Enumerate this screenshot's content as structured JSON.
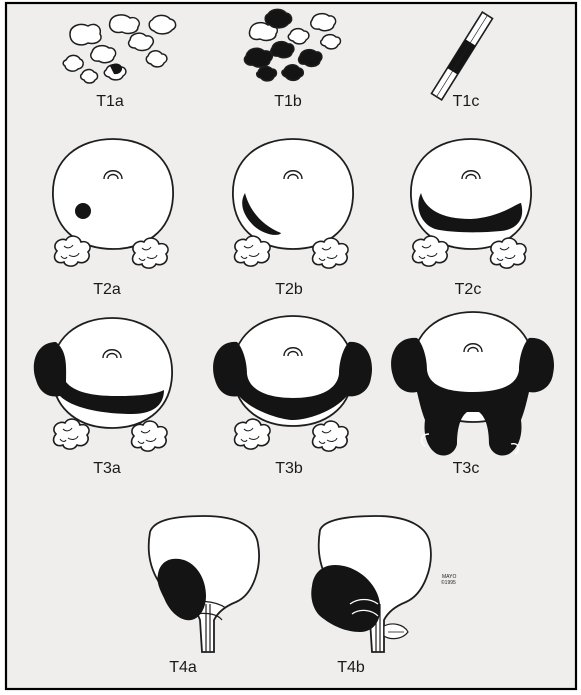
{
  "figure": {
    "panels": [
      {
        "id": "t1a",
        "label": "T1a"
      },
      {
        "id": "t1b",
        "label": "T1b"
      },
      {
        "id": "t1c",
        "label": "T1c"
      },
      {
        "id": "t2a",
        "label": "T2a"
      },
      {
        "id": "t2b",
        "label": "T2b"
      },
      {
        "id": "t2c",
        "label": "T2c"
      },
      {
        "id": "t3a",
        "label": "T3a"
      },
      {
        "id": "t3b",
        "label": "T3b"
      },
      {
        "id": "t3c",
        "label": "T3c"
      },
      {
        "id": "t4a",
        "label": "T4a"
      },
      {
        "id": "t4b",
        "label": "T4b"
      }
    ],
    "copyright": {
      "line1": "MAYO",
      "line2": "©1995"
    }
  },
  "colors": {
    "background": "#ffffff",
    "paper": "#f0eeec",
    "ink": "#141414",
    "outline": "#1e1e1e",
    "frame": "#000000"
  }
}
